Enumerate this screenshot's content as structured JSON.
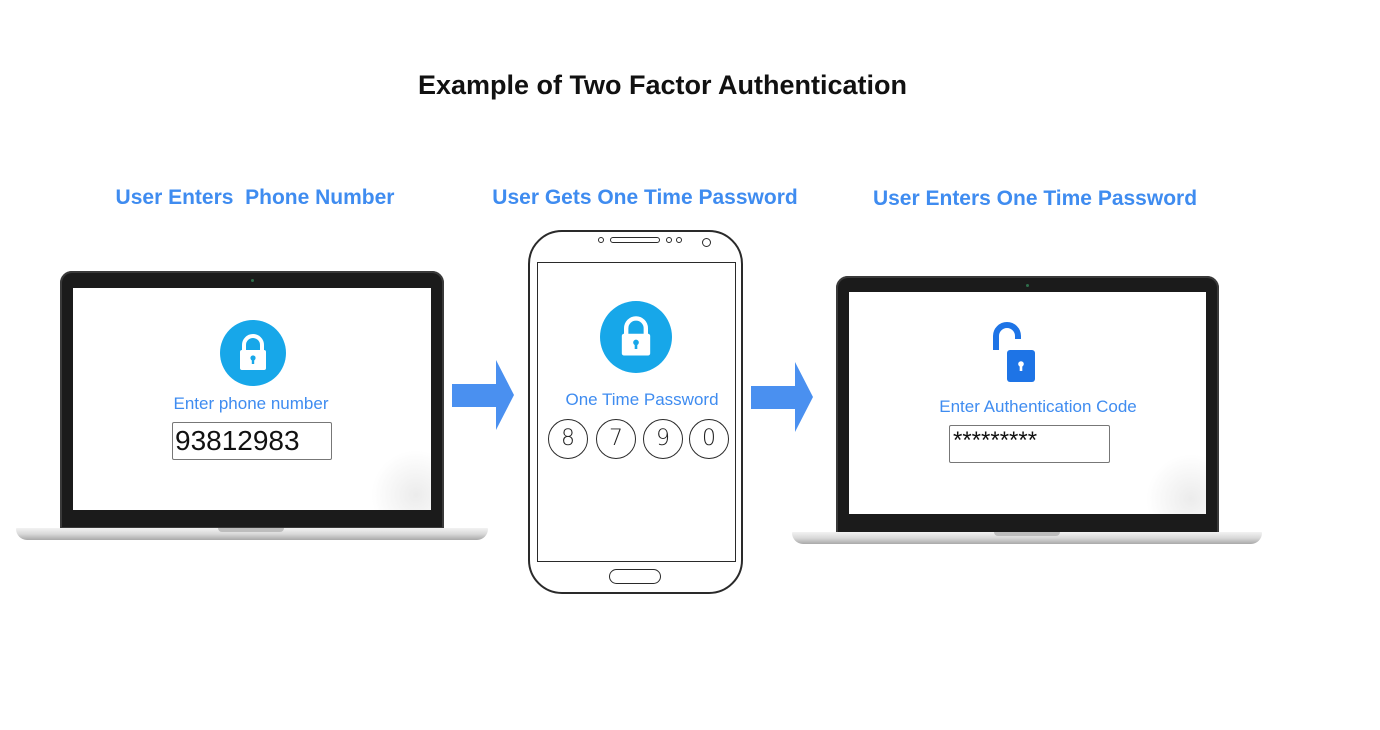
{
  "title": "Example of Two Factor Authentication",
  "steps": [
    {
      "label": "User Enters  Phone Number",
      "screen_label": "Enter phone number",
      "input_value": "93812983"
    },
    {
      "label": "User Gets One Time Password",
      "screen_label": "One Time Password",
      "otp_digits": [
        "8",
        "7",
        "9",
        "0"
      ]
    },
    {
      "label": "User Enters One Time Password",
      "screen_label": "Enter Authentication Code",
      "input_value": "*********"
    }
  ],
  "colors": {
    "step_label": "#3f8cf0",
    "lock_circle": "#17a7e9",
    "unlock_icon": "#1e74e6",
    "arrow": "#4a90f0"
  },
  "icons": {
    "step1": "lock-icon",
    "step2": "lock-icon",
    "step3": "unlock-icon",
    "flow": "arrow-right-icon"
  }
}
